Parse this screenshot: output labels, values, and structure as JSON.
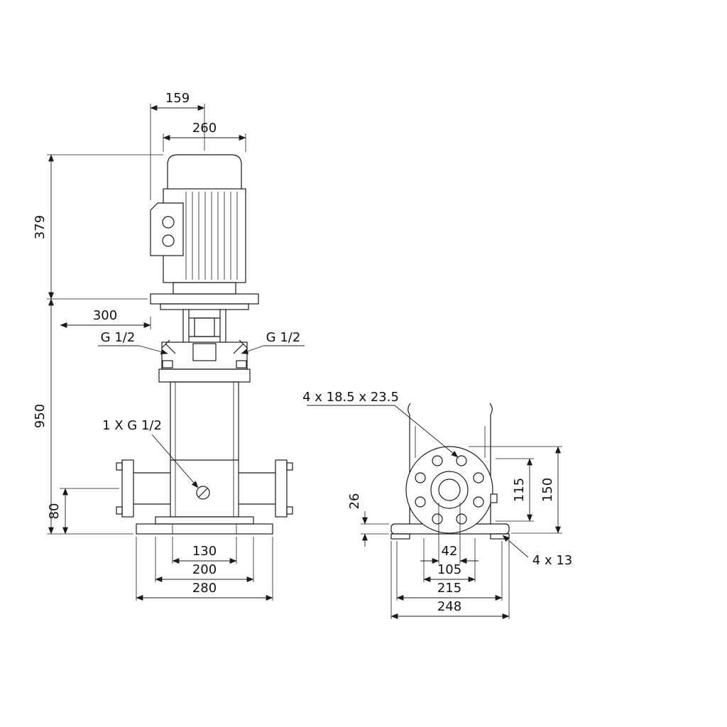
{
  "front_view": {
    "dims": {
      "d159": "159",
      "d260": "260",
      "d379": "379",
      "d300": "300",
      "d950": "950",
      "d80": "80",
      "d130": "130",
      "d200": "200",
      "d280": "280"
    },
    "labels": {
      "g12_left": "G 1/2",
      "g12_right": "G 1/2",
      "drain": "1 X G 1/2"
    }
  },
  "side_view": {
    "dims": {
      "d115": "115",
      "d150": "150",
      "d26": "26",
      "d42": "42",
      "d105": "105",
      "d215": "215",
      "d248": "248"
    },
    "labels": {
      "flange_holes": "4 x 18.5   x 23.5",
      "base_holes": "4  x 13"
    }
  }
}
